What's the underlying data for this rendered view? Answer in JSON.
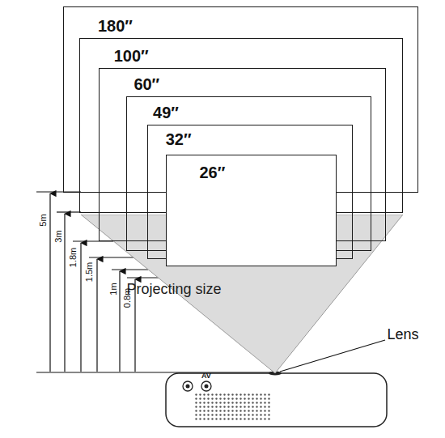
{
  "diagram": {
    "nodes": [
      {
        "text": [
          "180″"
        ]
      },
      {
        "text": [
          "100″"
        ],
        "in": 0
      },
      {
        "text": [
          "60″"
        ],
        "in": 1
      },
      {
        "text": [
          "49″"
        ],
        "in": 2
      },
      {
        "text": [
          "32″"
        ],
        "in": 3
      },
      {
        "text": [
          "26″"
        ],
        "in": 4
      },
      {
        "text": [
          "Projecting size"
        ]
      }
    ],
    "labels": [
      "5m",
      "3m",
      "1.8m",
      "1.5m",
      "1m",
      "0.8m",
      "AV",
      "Lens"
    ]
  }
}
